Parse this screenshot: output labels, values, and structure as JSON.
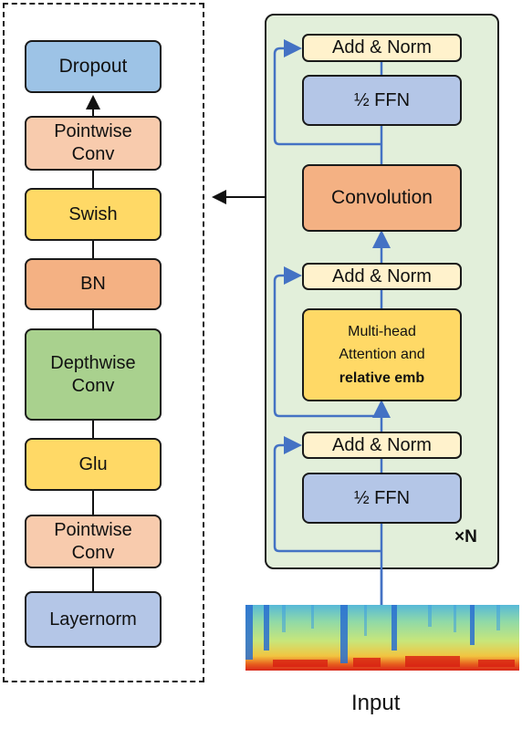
{
  "conv_module": {
    "dropout": "Dropout",
    "pointwise_top": [
      "Pointwise",
      "Conv"
    ],
    "swish": "Swish",
    "bn": "BN",
    "depthwise": [
      "Depthwise",
      "Conv"
    ],
    "glu": "Glu",
    "pointwise_bottom": [
      "Pointwise",
      "Conv"
    ],
    "layernorm": "Layernorm"
  },
  "conformer_block": {
    "add_norm_top": "Add & Norm",
    "ffn_top": "½ FFN",
    "convolution": "Convolution",
    "add_norm_mid": "Add & Norm",
    "mhsa": [
      "Multi-head",
      "Attention and",
      "relative emb"
    ],
    "add_norm_bottom": "Add & Norm",
    "ffn_bottom": "½ FFN",
    "repeat": "×N"
  },
  "input_label": "Input",
  "colors": {
    "residual_arrow": "#4472c4",
    "block_bg": "#e2efda",
    "spectrogram_low": "#1f5fbf",
    "spectrogram_mid": "#7fd0a0",
    "spectrogram_high": "#e03a1e"
  }
}
